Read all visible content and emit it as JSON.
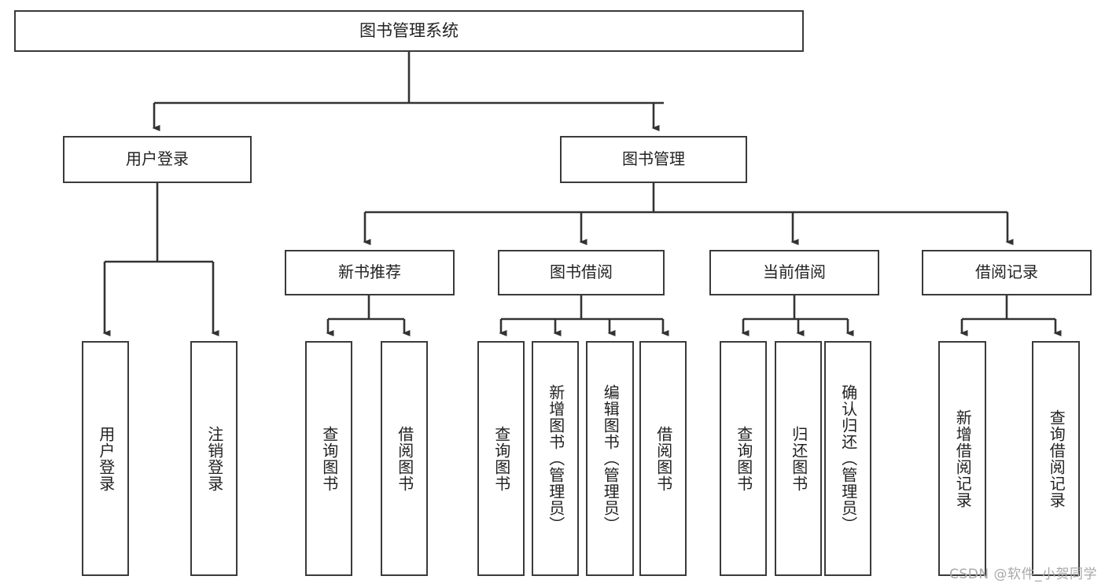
{
  "diagram": {
    "title": "图书管理系统",
    "type": "功能结构图",
    "nodes": {
      "root": {
        "label": "图书管理系统"
      },
      "user_login": {
        "label": "用户登录"
      },
      "book_manage": {
        "label": "图书管理"
      },
      "new_book_rec": {
        "label": "新书推荐"
      },
      "book_borrow": {
        "label": "图书借阅"
      },
      "current_borrow": {
        "label": "当前借阅"
      },
      "borrow_record": {
        "label": "借阅记录"
      },
      "leaf_user_login": {
        "label": "用户登录"
      },
      "leaf_logout": {
        "label": "注销登录"
      },
      "leaf_query_book_a": {
        "label": "查询图书"
      },
      "leaf_borrow_book_a": {
        "label": "借阅图书"
      },
      "leaf_query_book_b": {
        "label": "查询图书"
      },
      "leaf_add_book": {
        "label": "新增图书（管理员）"
      },
      "leaf_edit_book": {
        "label": "编辑图书（管理员）"
      },
      "leaf_borrow_book_b": {
        "label": "借阅图书"
      },
      "leaf_query_book_c": {
        "label": "查询图书"
      },
      "leaf_return_book": {
        "label": "归还图书"
      },
      "leaf_confirm_return": {
        "label": "确认归还（管理员）"
      },
      "leaf_add_record": {
        "label": "新增借阅记录"
      },
      "leaf_query_record": {
        "label": "查询借阅记录"
      }
    },
    "edges": [
      {
        "from": "root",
        "to": "user_login"
      },
      {
        "from": "root",
        "to": "book_manage"
      },
      {
        "from": "user_login",
        "to": "leaf_user_login"
      },
      {
        "from": "user_login",
        "to": "leaf_logout"
      },
      {
        "from": "book_manage",
        "to": "new_book_rec"
      },
      {
        "from": "book_manage",
        "to": "book_borrow"
      },
      {
        "from": "book_manage",
        "to": "current_borrow"
      },
      {
        "from": "book_manage",
        "to": "borrow_record"
      },
      {
        "from": "new_book_rec",
        "to": "leaf_query_book_a"
      },
      {
        "from": "new_book_rec",
        "to": "leaf_borrow_book_a"
      },
      {
        "from": "book_borrow",
        "to": "leaf_query_book_b"
      },
      {
        "from": "book_borrow",
        "to": "leaf_add_book"
      },
      {
        "from": "book_borrow",
        "to": "leaf_edit_book"
      },
      {
        "from": "book_borrow",
        "to": "leaf_borrow_book_b"
      },
      {
        "from": "current_borrow",
        "to": "leaf_query_book_c"
      },
      {
        "from": "current_borrow",
        "to": "leaf_return_book"
      },
      {
        "from": "current_borrow",
        "to": "leaf_confirm_return"
      },
      {
        "from": "borrow_record",
        "to": "leaf_add_record"
      },
      {
        "from": "borrow_record",
        "to": "leaf_query_record"
      }
    ],
    "colors": {
      "border": "#3a3a3a",
      "text": "#222222",
      "background": "#ffffff",
      "connector": "#333333",
      "watermark": "#a8a8a8"
    }
  },
  "watermark": {
    "text": "CSDN @软件_小贺同学"
  }
}
